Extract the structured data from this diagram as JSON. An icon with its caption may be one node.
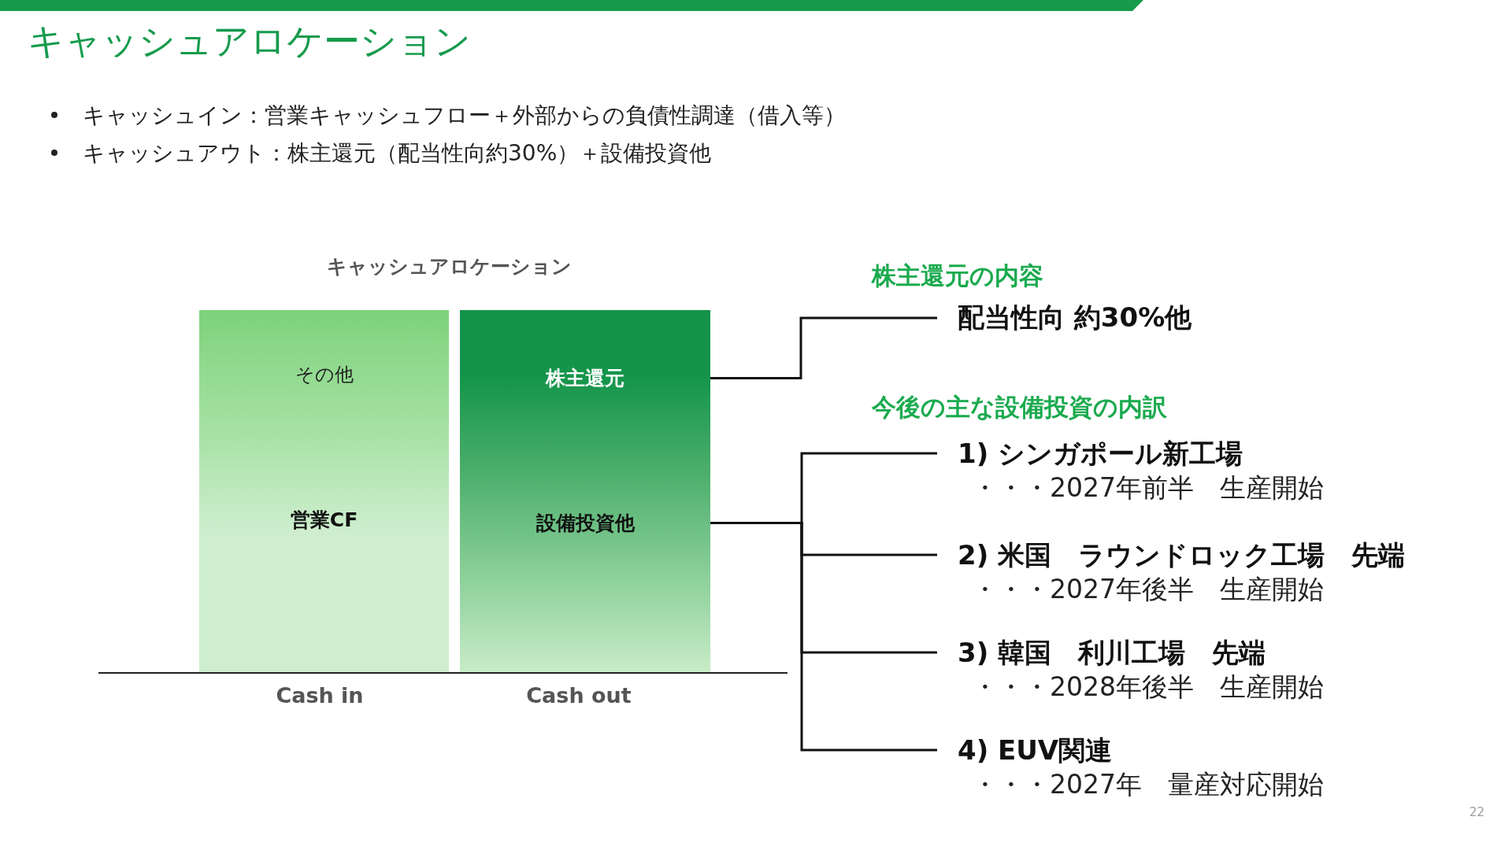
{
  "diagram": {
    "title": "キャッシュアロケーション",
    "nodes": [
      {
        "text": [
          "その他",
          "営業CF"
        ]
      },
      {
        "text": [],
        "shape": "bar"
      },
      {
        "text": [
          "株主還元"
        ],
        "in": 1
      },
      {
        "text": [
          "設備投資他"
        ],
        "in": 1
      },
      {
        "text": [
          "配当性向 約30%他"
        ]
      },
      {
        "text": [
          "1) シンガポール新工場",
          "・・・2027年前半　生産開始"
        ]
      },
      {
        "text": [
          "2) 米国　ラウンドロック工場　先端",
          "・・・2027年後半　生産開始"
        ]
      },
      {
        "text": [
          "3) 韓国　利川工場　先端",
          "・・・2028年後半　生産開始"
        ]
      },
      {
        "text": [
          "4) EUV関連",
          "・・・2027年　量産対応開始"
        ]
      }
    ],
    "edges": [
      {
        "from": 2,
        "to": 4,
        "arrow": "none"
      },
      {
        "from": 3,
        "to": 5,
        "arrow": "none"
      },
      {
        "from": 3,
        "to": 6,
        "arrow": "none"
      },
      {
        "from": 3,
        "to": 7,
        "arrow": "none"
      },
      {
        "from": 3,
        "to": 8,
        "arrow": "none"
      }
    ],
    "labels": [
      "キャッシュイン：営業キャッシュフロー＋外部からの負債性調達（借入等）",
      "キャッシュアウト：株主還元（配当性向約30%）＋設備投資他",
      "キャッシュアロケーション",
      "株主還元の内容",
      "今後の主な設備投資の内訳",
      "Cash in",
      "Cash out",
      "22"
    ]
  }
}
